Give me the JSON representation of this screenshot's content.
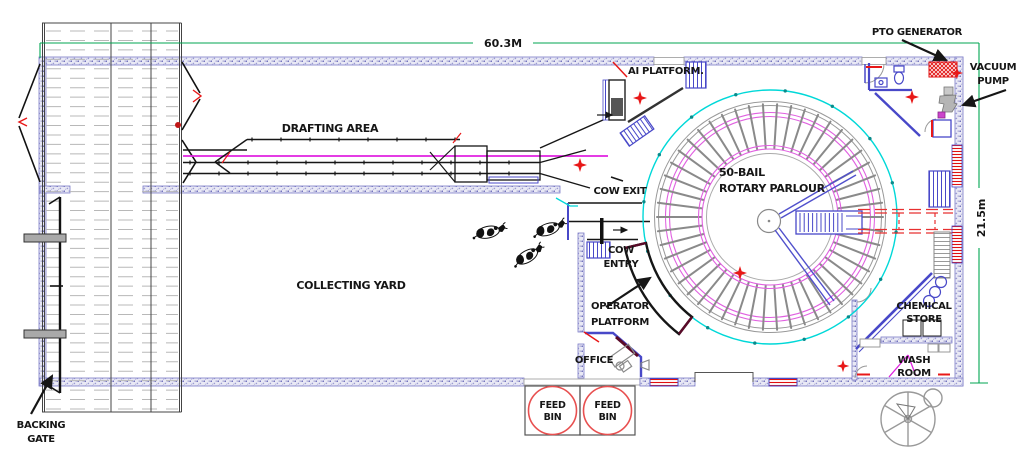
{
  "diagram": {
    "type": "dairy-farm-floor-plan",
    "overall_width": "60.3M",
    "overall_height": "21.5m"
  },
  "parlour": {
    "bail_count": 50,
    "label_line1": "50-BAIL",
    "label_line2": "ROTARY PARLOUR"
  },
  "labels": {
    "dim_width": "60.3M",
    "dim_height": "21.5m",
    "drafting_area": "DRAFTING AREA",
    "ai_platform": "AI PLATFORM.",
    "pto_generator": "PTO GENERATOR",
    "vacuum_pump": [
      "VACUUM",
      "PUMP"
    ],
    "cow_exit": "COW EXIT",
    "cow_entry": [
      "COW",
      "ENTRY"
    ],
    "operator_platform": [
      "OPERATOR",
      "PLATFORM"
    ],
    "collecting_yard": "COLLECTING YARD",
    "office": "OFFICE",
    "feed_bin": [
      "FEED",
      "BIN"
    ],
    "chemical_store": [
      "CHEMICAL",
      "STORE"
    ],
    "wash_room": [
      "WASH",
      "ROOM"
    ],
    "backing_gate": [
      "BACKING",
      "GATE"
    ]
  },
  "counts": {
    "feed_bins": 2,
    "cows_shown": 3
  },
  "colors": {
    "dimension_green": "#00a651",
    "wall_blue": "#7c7cc8",
    "wall_fill": "#e9e9f5",
    "race_magenta": "#e020e0",
    "parlour_pink": "#e060e0",
    "parlour_cyan": "#00d8d8",
    "alert_red": "#e81818",
    "structure_blue": "#4848c8",
    "stall_gray": "#8a8a8a",
    "maroon": "#5a0a28"
  }
}
